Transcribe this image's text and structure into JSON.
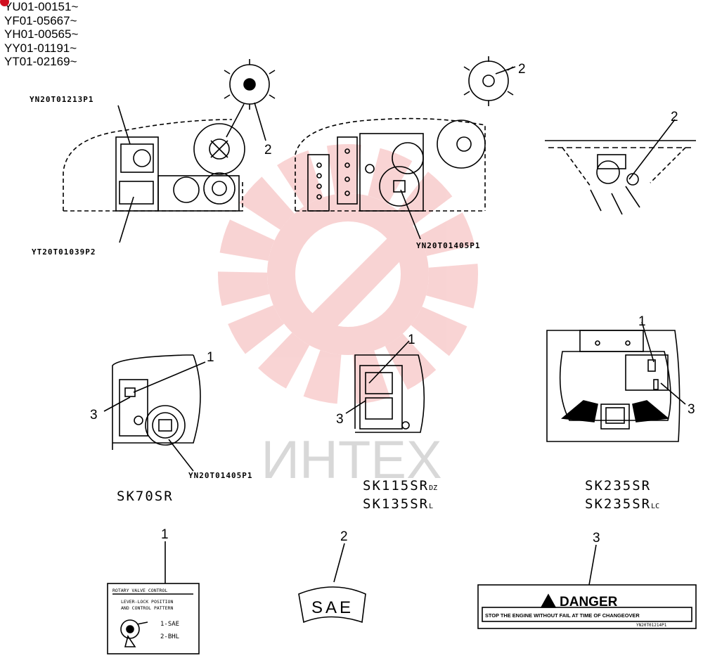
{
  "serials": [
    "YU01-00151~",
    "YF01-05667~",
    "YH01-00565~",
    "YY01-01191~",
    "YT01-02169~"
  ],
  "watermark": {
    "text": "ИНТЕХ"
  },
  "top_views": {
    "label_left_top": "YN20T01213P1",
    "label_left_bottom": "YT20T01039P2",
    "label_middle": "YN20T01405P1",
    "callout_2": "2"
  },
  "cab_views": {
    "label_small_cab": "YN20T01405P1",
    "callout_1": "1",
    "callout_3": "3"
  },
  "models": {
    "left": {
      "line1": "SK70SR"
    },
    "middle": {
      "line1": "SK115SR",
      "line1_sub": "DZ",
      "line2": "SK135SR",
      "line2_sub": "L"
    },
    "right": {
      "line1": "SK235SR",
      "line2": "SK235SR",
      "line2_sub": "LC"
    }
  },
  "decals": {
    "item1": {
      "callout": "1",
      "title": "ROTARY VALVE CONTROL",
      "line1": "LEVER-LOCK POSITION",
      "line2": "AND CONTROL PATTERN",
      "opt1": "1-SAE",
      "opt2": "2-BHL"
    },
    "item2": {
      "callout": "2",
      "text": "SAE"
    },
    "item3": {
      "callout": "3",
      "title": "DANGER",
      "text": "STOP THE ENGINE WITHOUT FAIL AT TIME OF CHANGEOVER",
      "part": "YN20T01214P1"
    }
  }
}
